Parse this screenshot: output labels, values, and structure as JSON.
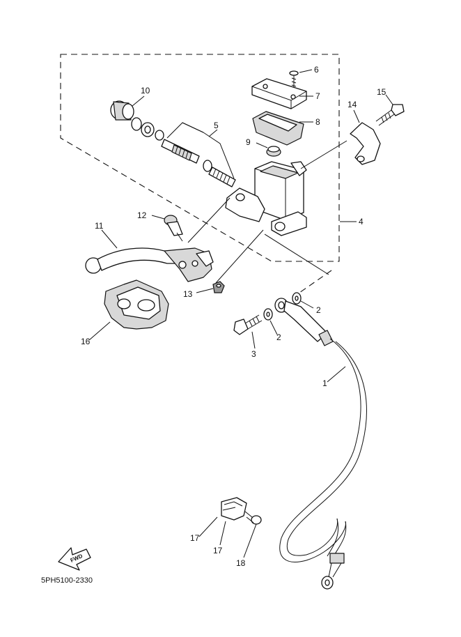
{
  "part_numbers": {
    "n1": "1",
    "n2a": "2",
    "n2b": "2",
    "n3": "3",
    "n4": "4",
    "n5": "5",
    "n6": "6",
    "n7": "7",
    "n8": "8",
    "n9": "9",
    "n10": "10",
    "n11": "11",
    "n12": "12",
    "n13": "13",
    "n14": "14",
    "n15": "15",
    "n16": "16",
    "n17a": "17",
    "n17b": "17",
    "n18": "18"
  },
  "fwd_label": "FWD",
  "diagram_code": "5PH5100-2330"
}
